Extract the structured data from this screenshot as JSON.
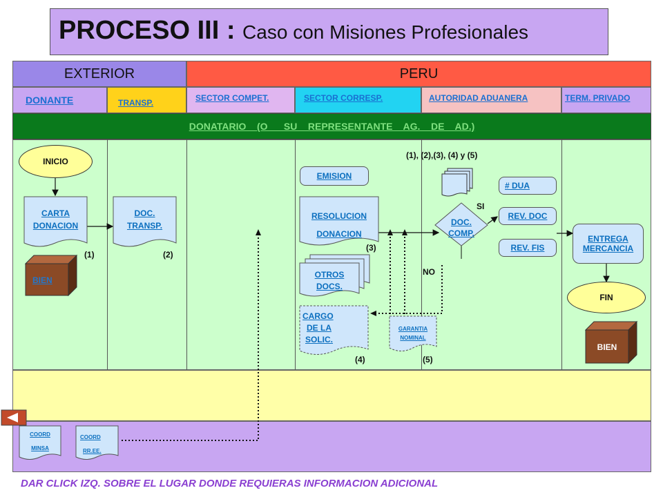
{
  "title": {
    "main": "PROCESO III :",
    "sub": "Caso con Misiones Profesionales"
  },
  "header": {
    "exterior": "EXTERIOR",
    "peru": "PERU",
    "donante": "DONANTE",
    "transp": "TRANSP.",
    "sector_compet": "SECTOR COMPET.",
    "sector_corresp": "SECTOR CORRESP.",
    "autoridad_aduanera": "AUTORIDAD ADUANERA",
    "term_privado": "TERM. PRIVADO",
    "donatario": "DONATARIO    (O      SU    REPRESENTANTE    AG.    DE    AD.)"
  },
  "nodes": {
    "inicio": "INICIO",
    "carta_l1": "CARTA",
    "carta_l2": "DONACION",
    "bien_left": "BIEN",
    "doc_transp_l1": "DOC.",
    "doc_transp_l2": "TRANSP.",
    "emision": "EMISION",
    "resolucion_l1": "RESOLUCION",
    "resolucion_l2": "DONACION",
    "otros_l1": "OTROS",
    "otros_l2": "DOCS.",
    "cargo_l1": "CARGO",
    "cargo_l2": "DE LA",
    "cargo_l3": "SOLIC.",
    "garantia_l1": "GARANTIA",
    "garantia_l2": "NOMINAL",
    "doc_comp_l1": "DOC.",
    "doc_comp_l2": "COMP.",
    "dua": "# DUA",
    "rev_doc": "REV. DOC",
    "rev_fis": "REV. FIS",
    "entrega_l1": "ENTREGA",
    "entrega_l2": "MERCANCIA",
    "fin": "FIN",
    "bien_right": "BIEN",
    "coord_minsa_l1": "COORD",
    "coord_minsa_l2": "MINSA",
    "coord_rree_l1": "COORD",
    "coord_rree_l2": "RR.EE."
  },
  "labels": {
    "n1": "(1)",
    "n2": "(2)",
    "n3": "(3)",
    "n4": "(4)",
    "n5": "(5)",
    "docs_list": "(1), (2),(3),  (4)  y (5)",
    "si": "SI",
    "no": "NO"
  },
  "footer": "DAR CLICK IZQ. SOBRE EL LUGAR DONDE REQUIERAS INFORMACION ADICIONAL",
  "colors": {
    "exterior_bg": "#9a87e8",
    "peru_bg": "#ff5a44",
    "donante_bg": "#c8a6f2",
    "transp_bg": "#ffd21a",
    "sector_compet_bg": "#e0b6f0",
    "sector_corresp_bg": "#22d3f2",
    "autoridad_bg": "#f6c2c2",
    "term_privado_bg": "#c8a6f2",
    "donatario_bg": "#0a7a1c",
    "lane_bg": "#ccffcc",
    "yellow_band": "#ffffa8",
    "purple_band": "#c8a6f2",
    "footer_text": "#8a3fd1"
  }
}
